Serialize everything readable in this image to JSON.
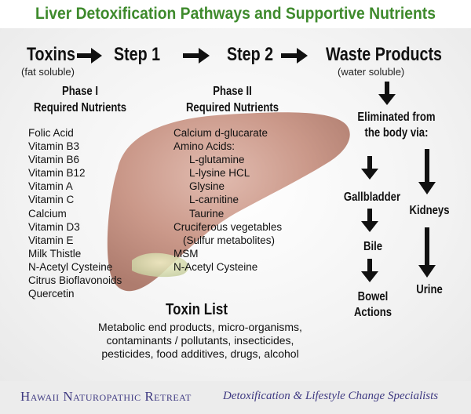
{
  "title": "Liver Detoxification Pathways and Supportive Nutrients",
  "stages": {
    "toxins": "Toxins",
    "toxins_sub": "(fat soluble)",
    "step1": "Step 1",
    "step2": "Step 2",
    "waste": "Waste Products",
    "waste_sub": "(water soluble)"
  },
  "phase1": {
    "heading1": "Phase I",
    "heading2": "Required Nutrients",
    "items": [
      "Folic Acid",
      "Vitamin B3",
      "Vitamin B6",
      "Vitamin B12",
      "Vitamin A",
      "Vitamin C",
      "Calcium",
      "Vitamin D3",
      "Vitamin E",
      "Milk Thistle",
      "N-Acetyl Cysteine",
      "Citrus Bioflavonoids",
      "Quercetin"
    ]
  },
  "phase2": {
    "heading1": "Phase II",
    "heading2": "Required Nutrients",
    "items": [
      "Calcium d-glucarate",
      "Amino Acids:",
      "L-glutamine",
      "L-lysine HCL",
      "Glysine",
      "L-carnitine",
      "Taurine",
      "Cruciferous vegetables",
      "(Sulfur metabolites)",
      "MSM",
      "N-Acetyl Cysteine"
    ]
  },
  "elimination": {
    "line1": "Eliminated from",
    "line2": "the body via:",
    "gallbladder": "Gallbladder",
    "bile": "Bile",
    "bowel1": "Bowel",
    "bowel2": "Actions",
    "kidneys": "Kidneys",
    "urine": "Urine"
  },
  "toxin_list": {
    "heading": "Toxin List",
    "line1": "Metabolic end products, micro-organisms,",
    "line2": "contaminants / pollutants, insecticides,",
    "line3": "pesticides, food additives, drugs, alcohol"
  },
  "footer": {
    "brand": "Hawaii Naturopathic Retreat",
    "tagline": "Detoxification & Lifestyle Change Specialists"
  },
  "colors": {
    "title": "#3e8a2c",
    "footer_text": "#3f3a82",
    "liver": "#b06a56",
    "arrow": "#111111"
  }
}
